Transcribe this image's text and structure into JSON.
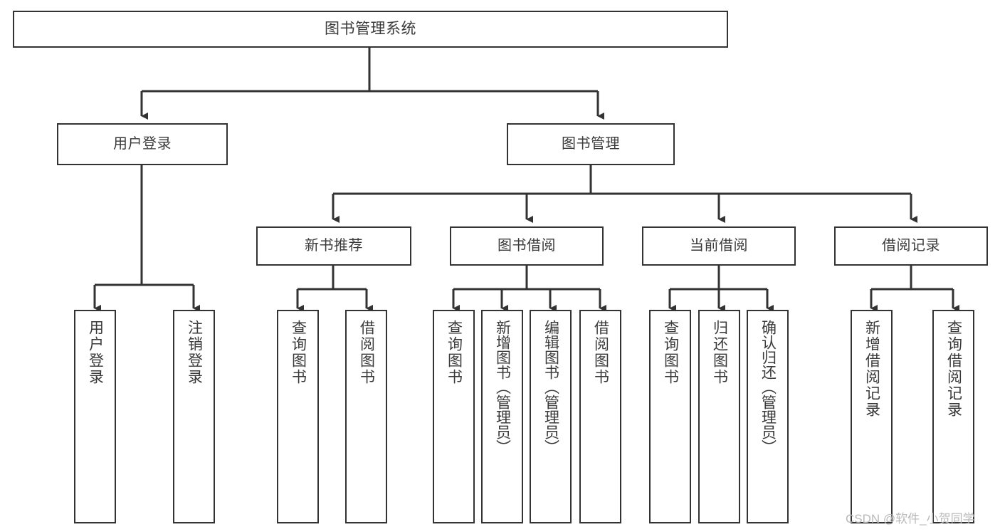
{
  "diagram": {
    "title": "图书管理系统",
    "type": "hierarchy-tree",
    "colors": {
      "box_border": "#333333",
      "box_fill": "#ffffff",
      "text": "#3a3a3a",
      "edge": "#333333",
      "watermark": "#b9b9b9",
      "background": "#ffffff"
    },
    "nodes": {
      "root": {
        "label": "图书管理系统"
      },
      "level2": [
        {
          "label": "用户登录"
        },
        {
          "label": "图书管理"
        }
      ],
      "level3": [
        {
          "label": "新书推荐"
        },
        {
          "label": "图书借阅"
        },
        {
          "label": "当前借阅"
        },
        {
          "label": "借阅记录"
        }
      ],
      "leaves": [
        {
          "label": "用户登录"
        },
        {
          "label": "注销登录"
        },
        {
          "label": "查询图书"
        },
        {
          "label": "借阅图书"
        },
        {
          "label": "查询图书"
        },
        {
          "label": "新增图书（管理员）"
        },
        {
          "label": "编辑图书（管理员）"
        },
        {
          "label": "借阅图书"
        },
        {
          "label": "查询图书"
        },
        {
          "label": "归还图书"
        },
        {
          "label": "确认归还（管理员）"
        },
        {
          "label": "新增借阅记录"
        },
        {
          "label": "查询借阅记录"
        }
      ]
    },
    "watermark": "CSDN @软件_小贺同学"
  }
}
